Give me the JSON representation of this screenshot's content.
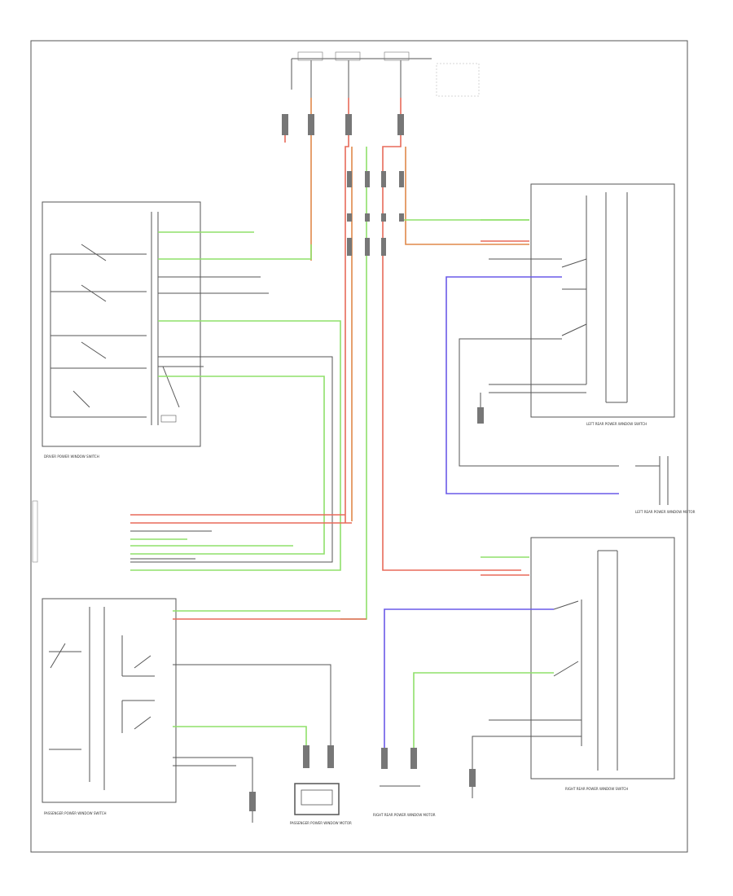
{
  "diagram": {
    "footer_code": "",
    "modules": {
      "driver_switch": {
        "label": "DRIVER POWER WINDOW SWITCH"
      },
      "passenger_switch": {
        "label": "PASSENGER POWER WINDOW SWITCH"
      },
      "left_rear_switch": {
        "label": "LEFT REAR POWER WINDOW SWITCH"
      },
      "right_rear_switch": {
        "label": "RIGHT REAR POWER WINDOW SWITCH"
      },
      "passenger_motor": {
        "label": "PASSENGER POWER WINDOW MOTOR"
      },
      "right_rear_motor": {
        "label": "RIGHT REAR POWER WINDOW MOTOR"
      },
      "left_rear_motor": {
        "label": "LEFT REAR POWER WINDOW MOTOR"
      }
    },
    "colors": {
      "red": "#e86a5a",
      "orange": "#e0894a",
      "green": "#8fe06a",
      "blue": "#6a5ae8",
      "line": "#555555"
    }
  }
}
